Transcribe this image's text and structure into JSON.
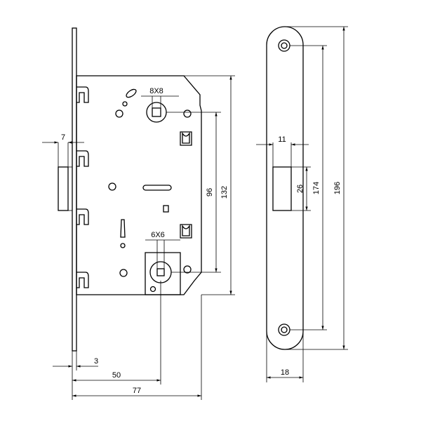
{
  "dimensions": {
    "side_thickness": "7",
    "spindle_square": "8X8",
    "spindle_to_cylinder": "96",
    "case_height": "132",
    "cylinder_square": "6X6",
    "faceplate_thickness": "3",
    "backset": "50",
    "case_depth": "77",
    "faceplate_width": "18",
    "latch_width": "11",
    "latch_height": "26",
    "screw_spacing": "174",
    "faceplate_length": "196"
  }
}
